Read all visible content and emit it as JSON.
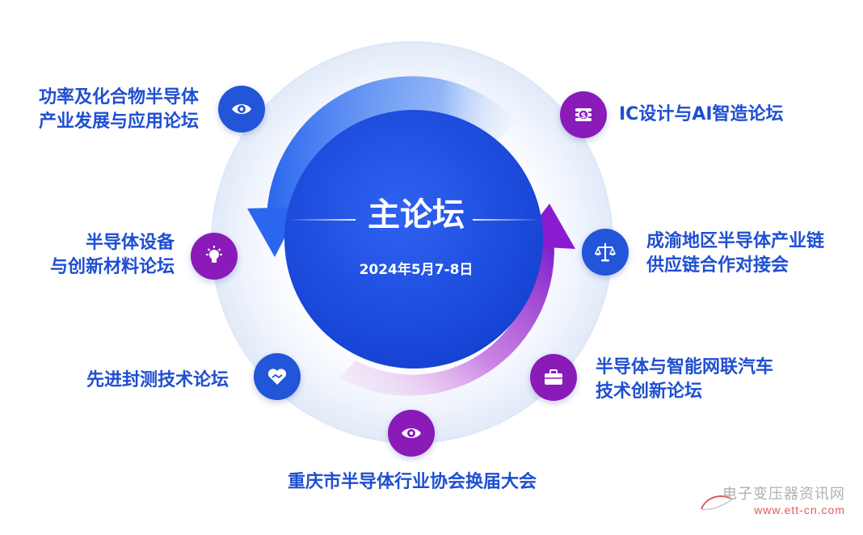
{
  "center": {
    "title": "主论坛",
    "date": "2024年5月7-8日"
  },
  "forums": {
    "power_semi": {
      "line1": "功率及化合物半导体",
      "line2": "产业发展与应用论坛",
      "icon": "eye-icon",
      "color": "#2355d8"
    },
    "ic_ai": {
      "line1": "IC设计与AI智造论坛",
      "icon": "dollar-coins-icon",
      "color": "#8a1bb8"
    },
    "equipment": {
      "line1": "半导体设备",
      "line2": "与创新材料论坛",
      "icon": "lightbulb-icon",
      "color": "#8a1bb8"
    },
    "chengyu": {
      "line1": "成渝地区半导体产业链",
      "line2": "供应链合作对接会",
      "icon": "balance-scale-icon",
      "color": "#2355d8"
    },
    "packaging": {
      "line1": "先进封测技术论坛",
      "icon": "handshake-heart-icon",
      "color": "#2355d8"
    },
    "auto": {
      "line1": "半导体与智能网联汽车",
      "line2": "技术创新论坛",
      "icon": "briefcase-icon",
      "color": "#8a1bb8"
    },
    "association": {
      "line1": "重庆市半导体行业协会换届大会",
      "icon": "eye-icon",
      "color": "#8a1bb8"
    }
  },
  "watermark": {
    "line1": "电子变压器资讯网",
    "line2": "www.ett-cn.com"
  },
  "colors": {
    "label_blue": "#1f4fd1",
    "center_blue": "#1d4fe0",
    "arrow_blue": "#2a6cf0",
    "arrow_purple": "#9b2bd6",
    "ring": "#dfe8f8"
  }
}
